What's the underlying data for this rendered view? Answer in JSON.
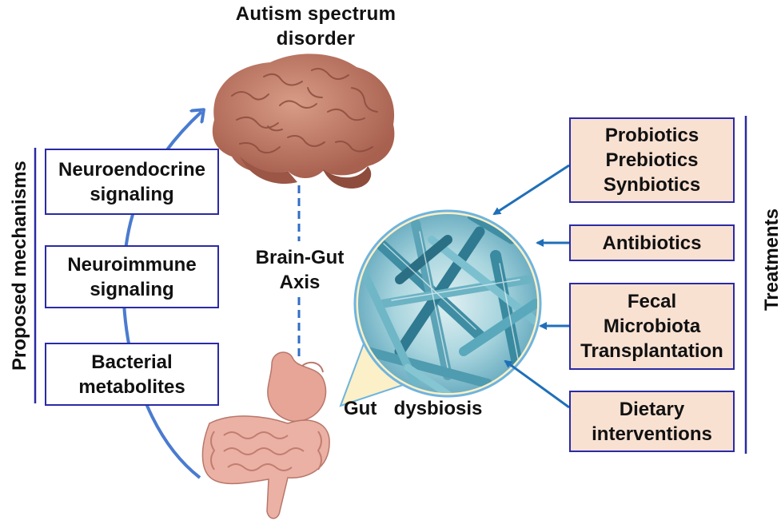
{
  "title": {
    "line1": "Autism  spectrum",
    "line2": "disorder"
  },
  "axis_label": {
    "line1": "Brain-Gut",
    "line2": "Axis"
  },
  "gut_label": "Gut  dysbiosis",
  "left_group_label": "Proposed mechanisms",
  "right_group_label": "Treatments",
  "mechanisms": [
    {
      "line1": "Neuroendocrine",
      "line2": "signaling"
    },
    {
      "line1": "Neuroimmune",
      "line2": "signaling"
    },
    {
      "line1": "Bacterial",
      "line2": "metabolites"
    }
  ],
  "treatments": [
    {
      "lines": [
        "Probiotics",
        "Prebiotics",
        "Synbiotics"
      ]
    },
    {
      "lines": [
        "Antibiotics"
      ]
    },
    {
      "lines": [
        "Fecal",
        "Microbiota",
        "Transplantation"
      ]
    },
    {
      "lines": [
        "Dietary",
        "interventions"
      ]
    }
  ],
  "colors": {
    "box_border": "#2a2aa6",
    "treatment_fill": "#f9e1d2",
    "arrow": "#1f6fb8",
    "curve_arrow": "#4a7bd0",
    "bracket": "#2a2aa6",
    "callout_fill": "#fbf0c7",
    "callout_border": "#6fb4de",
    "brain": "#c98670",
    "gut": "#e6a597"
  },
  "icons": [
    "brain-illustration",
    "digestive-tract-illustration",
    "bacteria-microscopy-image"
  ]
}
